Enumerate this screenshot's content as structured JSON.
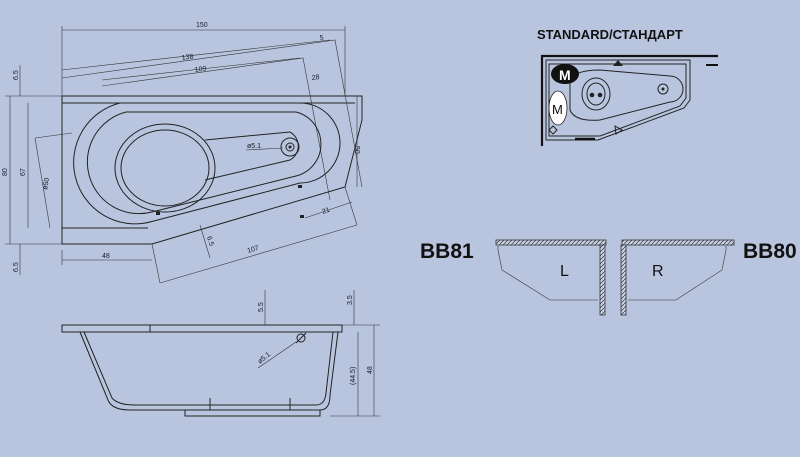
{
  "top_view": {
    "dimensions": {
      "d150": "150",
      "d138": "138",
      "d109": "109",
      "d5": "5",
      "d28": "28",
      "d6_5_top": "6.5",
      "d6_5_bottom": "6.5",
      "d80": "80",
      "d67": "67",
      "d50_left": "ø50",
      "d50_right": "50",
      "d5_1": "ø5.1",
      "d21": "21",
      "d6_5_diag": "6.5",
      "d48": "48",
      "d107": "107"
    }
  },
  "side_view": {
    "dimensions": {
      "d5_5": "5.5",
      "d3_5": "3.5",
      "d5_1": "ø5.1",
      "d44_5": "(44.5)",
      "d48": "48"
    }
  },
  "standard": {
    "title": "STANDARD/СТАНДАРТ",
    "badge_m_dark": "M",
    "badge_m_light": "M"
  },
  "variants": {
    "left_code": "BB81",
    "left_label": "L",
    "right_label": "R",
    "right_code": "BB80"
  },
  "colors": {
    "background": "#b9c5df",
    "line": "#222222"
  }
}
